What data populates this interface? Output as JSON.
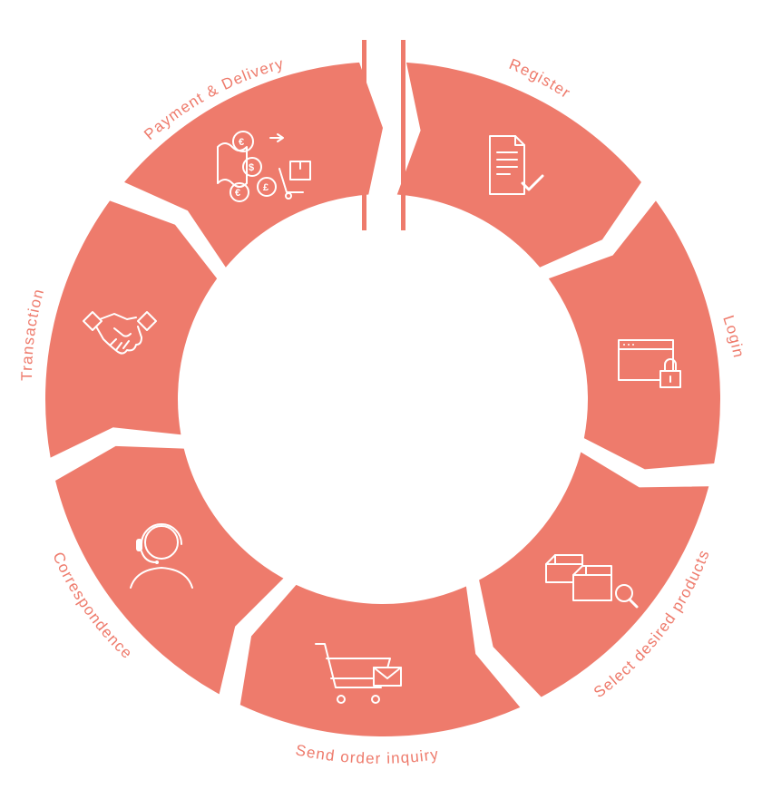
{
  "colors": {
    "segment": "#ee7b6c",
    "label": "#ee7a6b",
    "icon": "#ffffff",
    "background": "#ffffff"
  },
  "steps": [
    {
      "label": "Register",
      "icon": "document-check-icon"
    },
    {
      "label": "Login",
      "icon": "browser-lock-icon"
    },
    {
      "label": "Select desired products",
      "icon": "boxes-search-icon"
    },
    {
      "label": "Send order inquiry",
      "icon": "cart-mail-icon"
    },
    {
      "label": "Correspondence",
      "icon": "headset-agent-icon"
    },
    {
      "label": "Transaction",
      "icon": "handshake-icon"
    },
    {
      "label": "Payment & Delivery",
      "icon": "money-delivery-icon"
    }
  ]
}
